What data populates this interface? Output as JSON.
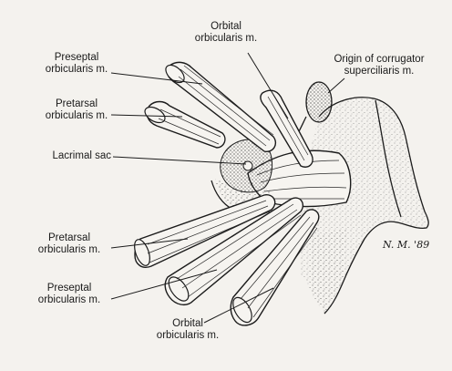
{
  "figure": {
    "signature": "N. M. '89",
    "labels": {
      "orbital_top": [
        "Orbital",
        "orbicularis m."
      ],
      "preseptal_top": [
        "Preseptal",
        "orbicularis m."
      ],
      "pretarsal_top": [
        "Pretarsal",
        "orbicularis m."
      ],
      "lacrimal_sac": [
        "Lacrimal sac"
      ],
      "corrugator": [
        "Origin of corrugator",
        "superciliaris m."
      ],
      "pretarsal_bottom": [
        "Pretarsal",
        "orbicularis m."
      ],
      "preseptal_bottom": [
        "Preseptal",
        "orbicularis m."
      ],
      "orbital_bottom": [
        "Orbital",
        "orbicularis m."
      ]
    }
  }
}
